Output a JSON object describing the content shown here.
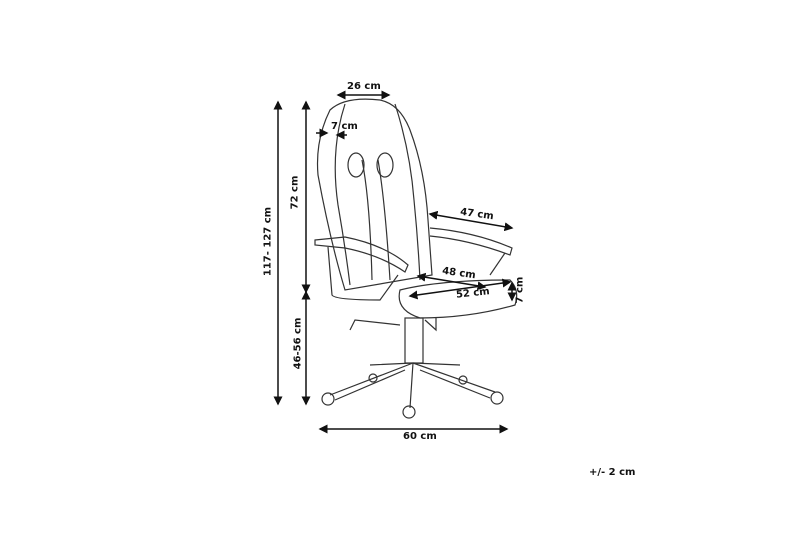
{
  "dimensions": {
    "backrest_width": "26 cm",
    "side_bolster": "7 cm",
    "backrest_height": "72 cm",
    "total_height": "117- 127 cm",
    "armrest_length": "47 cm",
    "seat_depth": "48 cm",
    "seat_width": "52 cm",
    "seat_thickness": "7 cm",
    "seat_height": "46-56 cm",
    "base_width": "60 cm"
  },
  "tolerance": "+/- 2 cm"
}
